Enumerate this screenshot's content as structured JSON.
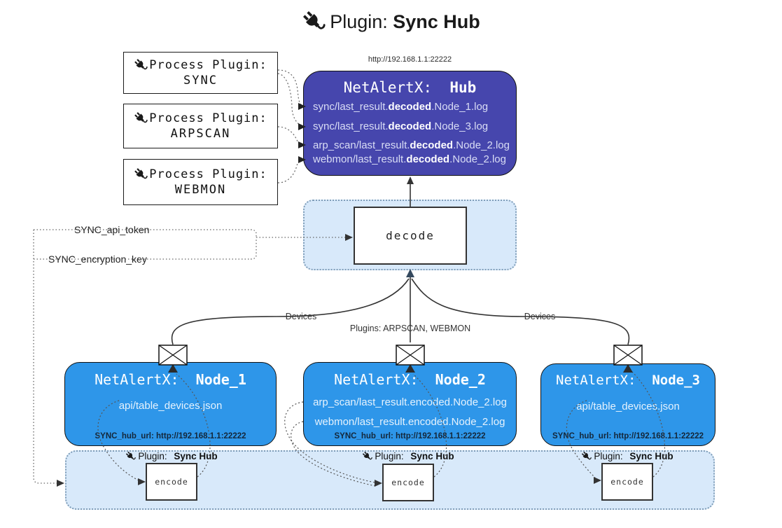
{
  "header": {
    "prefix": "Plugin:",
    "name": "Sync Hub"
  },
  "process_plugins": [
    {
      "label": "Process Plugin:",
      "name": "SYNC"
    },
    {
      "label": "Process Plugin:",
      "name": "ARPSCAN"
    },
    {
      "label": "Process Plugin:",
      "name": "WEBMON"
    }
  ],
  "hub": {
    "url": "http://192.168.1.1:22222",
    "title_prefix": "NetAlertX:",
    "title_name": "Hub",
    "logs": [
      {
        "pre": "sync/last_result.",
        "bold": "decoded",
        "post": ".Node_1.log"
      },
      {
        "pre": "sync/last_result.",
        "bold": "decoded",
        "post": ".Node_3.log"
      },
      {
        "pre": "arp_scan/last_result.",
        "bold": "decoded",
        "post": ".Node_2.log"
      },
      {
        "pre": "webmon/last_result.",
        "bold": "decoded",
        "post": ".Node_2.log"
      }
    ]
  },
  "decode": {
    "label": "decode"
  },
  "edges": {
    "api_token": "SYNC_api_token",
    "encryption_key": "SYNC_encryption_key",
    "devices_left": "Devices",
    "devices_right": "Devices",
    "plugins": "Plugins: ARPSCAN, WEBMON"
  },
  "nodes": [
    {
      "title_prefix": "NetAlertX:",
      "name": "Node_1",
      "lines": [
        "api/table_devices.json"
      ],
      "hub_url": "SYNC_hub_url: http://192.168.1.1:22222"
    },
    {
      "title_prefix": "NetAlertX:",
      "name": "Node_2",
      "lines": [
        "arp_scan/last_result.encoded.Node_2.log",
        "webmon/last_result.encoded.Node_2.log"
      ],
      "hub_url": "SYNC_hub_url: http://192.168.1.1:22222"
    },
    {
      "title_prefix": "NetAlertX:",
      "name": "Node_3",
      "lines": [
        "api/table_devices.json"
      ],
      "hub_url": "SYNC_hub_url: http://192.168.1.1:22222"
    }
  ],
  "band": {
    "plugin_prefix": "Plugin:",
    "plugin_name": "Sync Hub",
    "encode_label": "encode"
  },
  "colors": {
    "hub_bg": "#4646ad",
    "node_bg": "#2e96e9",
    "band_bg": "#d8e9fa",
    "band_border": "#7f9db8"
  }
}
